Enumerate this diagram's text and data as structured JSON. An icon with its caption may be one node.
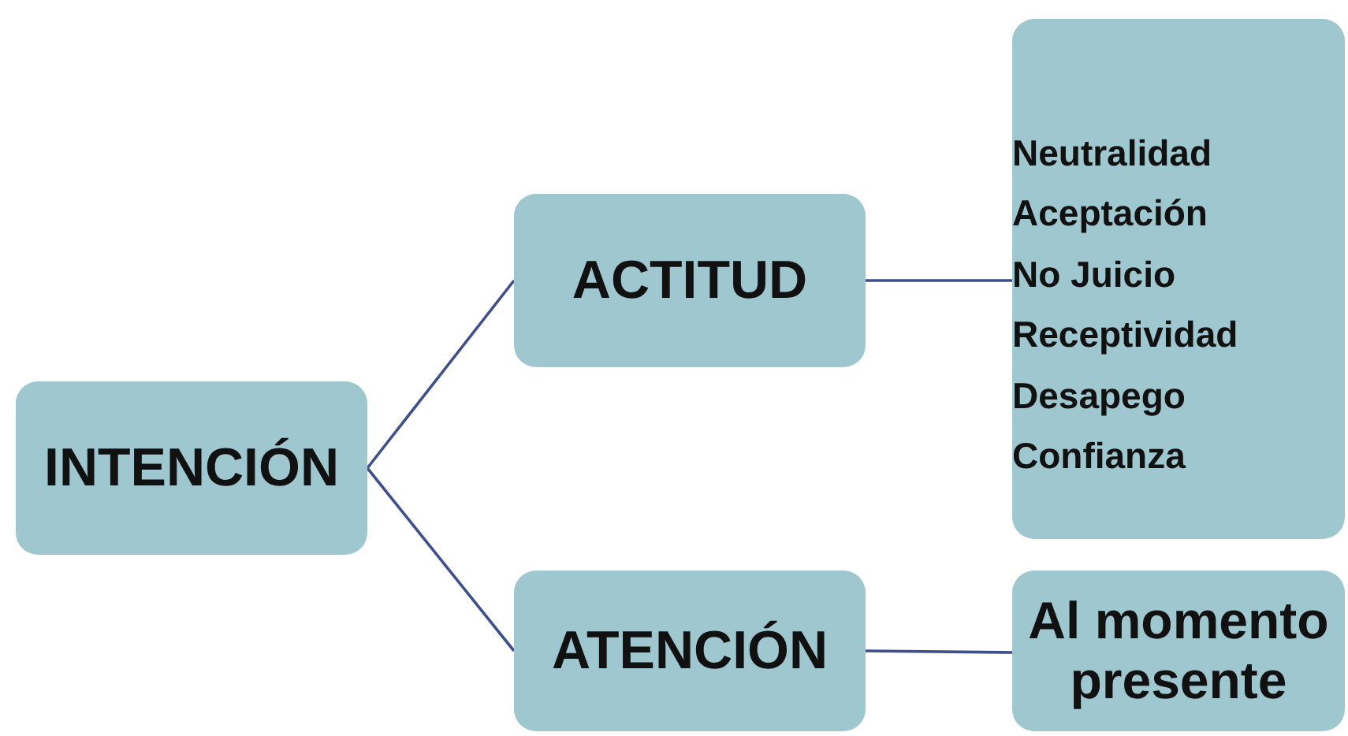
{
  "diagram": {
    "nodes": [
      {
        "text": [
          "INTENCIÓN"
        ]
      },
      {
        "text": [
          "ACTITUD"
        ]
      },
      {
        "text": [
          "ATENCIÓN"
        ]
      },
      {
        "text": [
          "Neutralidad",
          "Aceptación",
          "No Juicio",
          "Receptividad",
          "Desapego",
          "Confianza"
        ]
      },
      {
        "text": [
          "Al momento presente"
        ]
      }
    ],
    "edges": [
      {
        "from": 0,
        "to": 1,
        "arrow": "none"
      },
      {
        "from": 0,
        "to": 2,
        "arrow": "none"
      },
      {
        "from": 1,
        "to": 3,
        "arrow": "none"
      },
      {
        "from": 2,
        "to": 4,
        "arrow": "none"
      }
    ]
  }
}
